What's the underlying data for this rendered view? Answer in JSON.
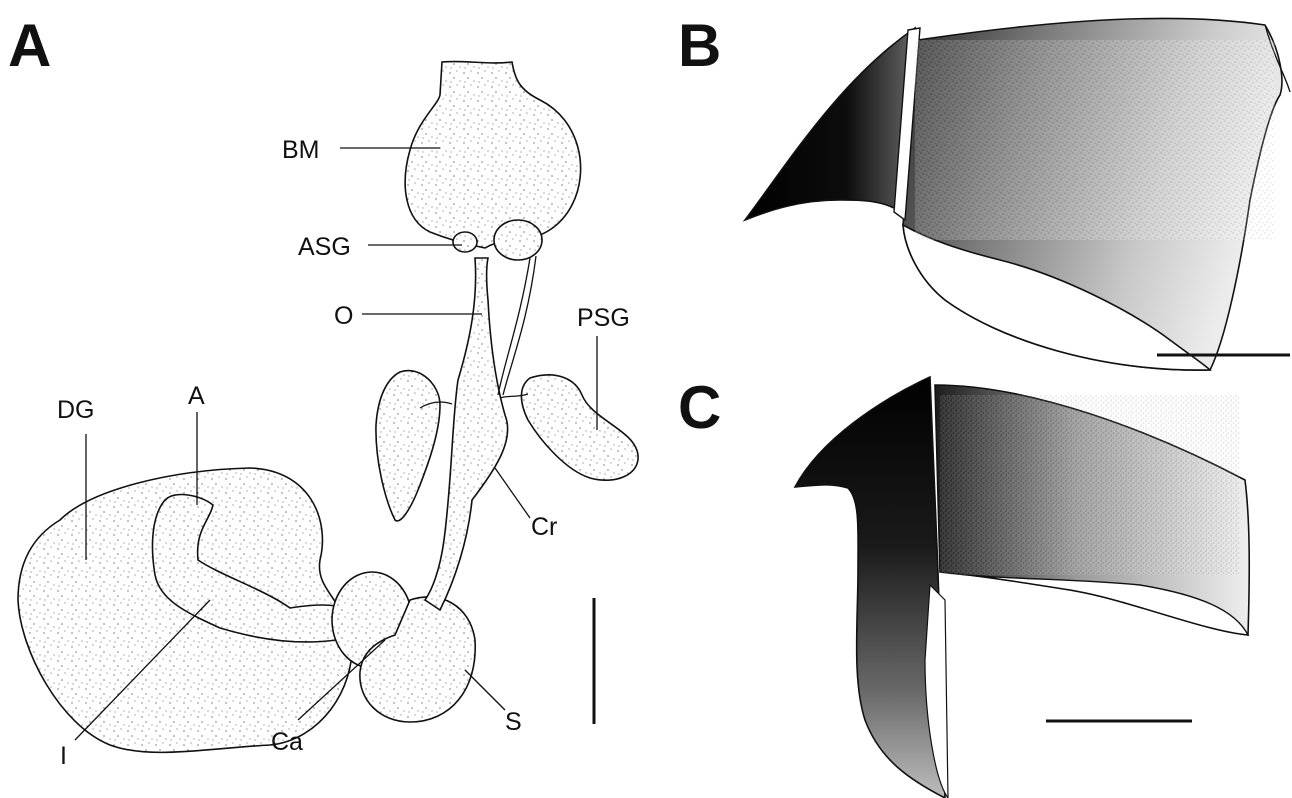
{
  "panels": {
    "a": {
      "letter": "A"
    },
    "b": {
      "letter": "B"
    },
    "c": {
      "letter": "C"
    }
  },
  "labels": {
    "bm": "BM",
    "asg": "ASG",
    "o": "O",
    "psg": "PSG",
    "dg": "DG",
    "a": "A",
    "cr": "Cr",
    "i": "I",
    "ca": "Ca",
    "s": "S"
  }
}
